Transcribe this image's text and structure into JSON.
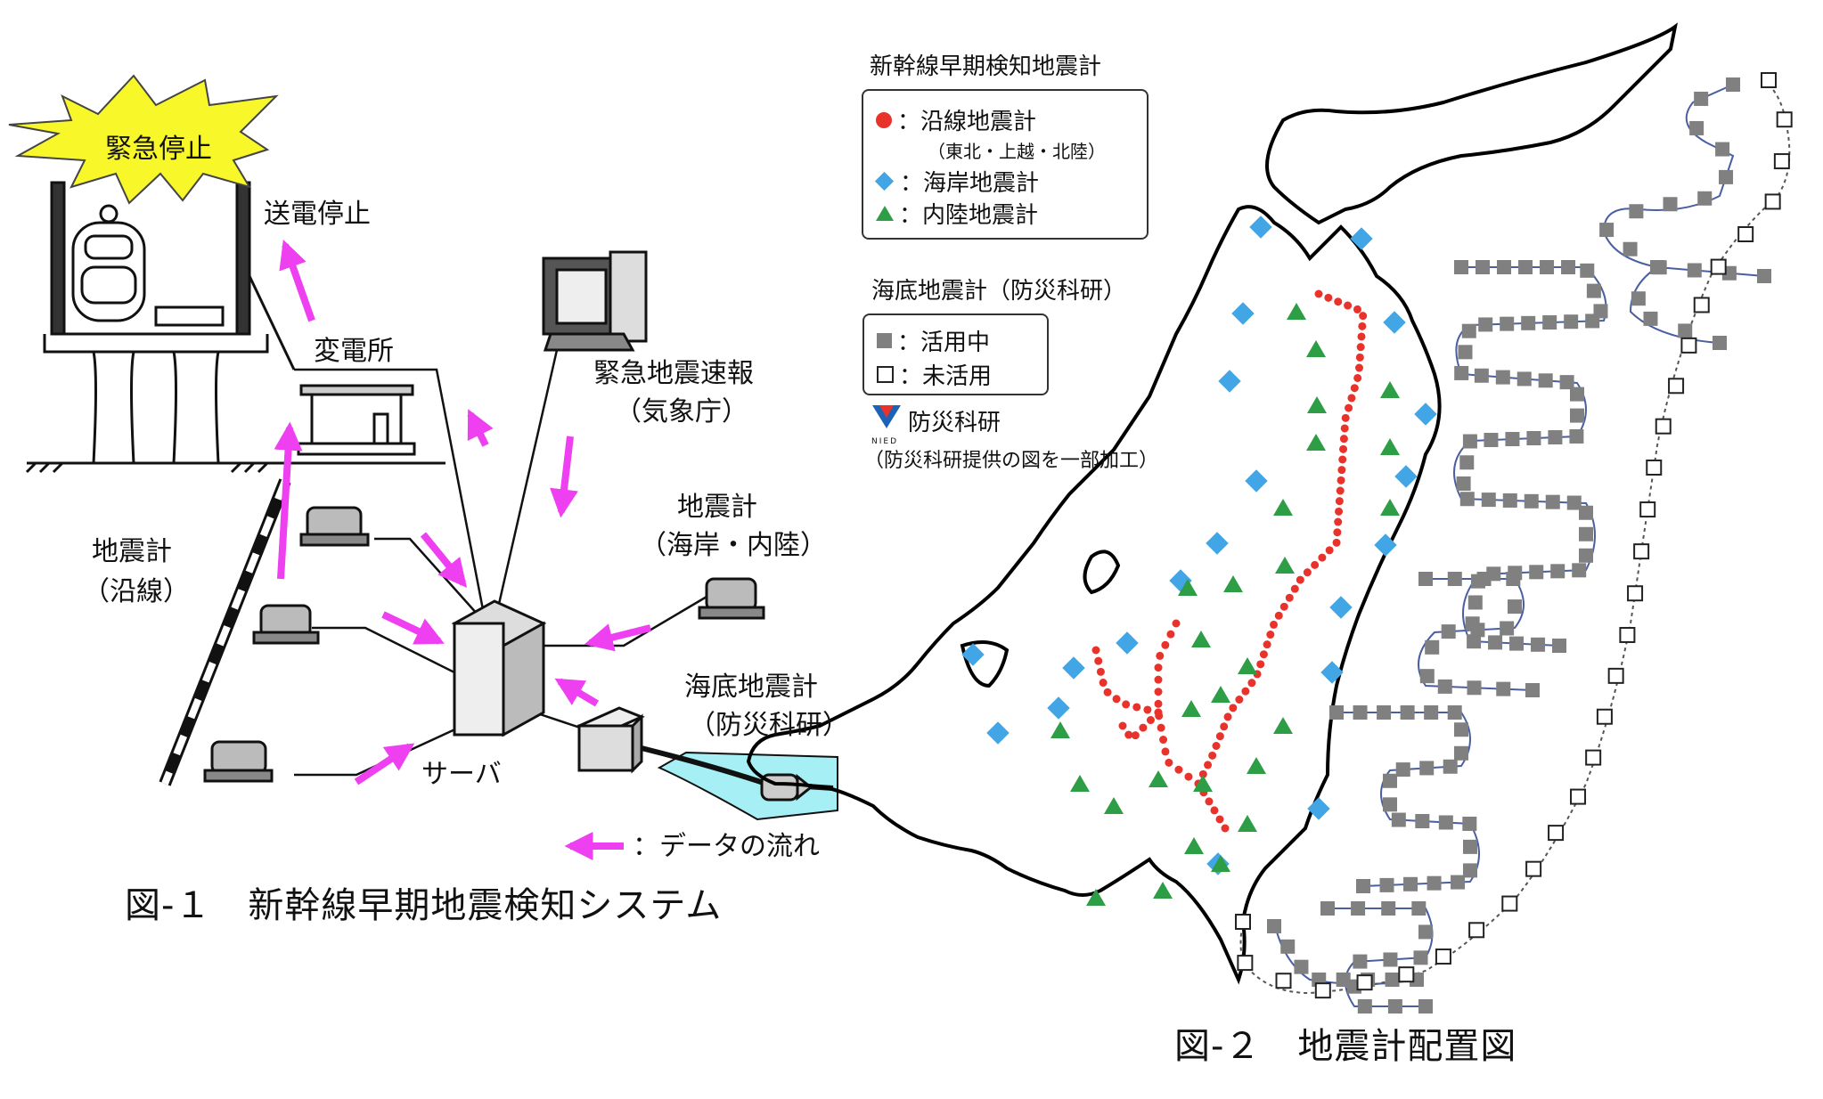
{
  "colors": {
    "arrow": "#ee3ff0",
    "alert_fill": "#f7f72a",
    "route_dot": "#e8322a",
    "coastal": "#41a5e6",
    "inland": "#2e9e46",
    "seafloor_active": "#808080",
    "seafloor_line": "#4a5fa0",
    "sea": "#a6eff5"
  },
  "fig1": {
    "alert_label": "緊急停止",
    "power_stop": "送電停止",
    "substation": "変電所",
    "eew": "緊急地震速報",
    "jma": "（気象庁）",
    "seis_coast": "地震計",
    "seis_coast_sub": "（海岸・内陸）",
    "seis_line": "地震計",
    "seis_line_sub": "（沿線）",
    "seafloor": "海底地震計",
    "seafloor_sub": "（防災科研）",
    "server": "サーバ",
    "data_flow": "：データの流れ",
    "caption": "図-１　新幹線早期地震検知システム"
  },
  "fig2": {
    "legend1_title": "新幹線早期検知地震計",
    "legend1_items": [
      {
        "label": "：沿線地震計",
        "icon": "red-dot-icon"
      },
      {
        "label": "（東北・上越・北陸）",
        "icon": ""
      },
      {
        "label": "：海岸地震計",
        "icon": "blue-diamond-icon"
      },
      {
        "label": "：内陸地震計",
        "icon": "green-triangle-icon"
      }
    ],
    "legend2_title": "海底地震計（防災科研）",
    "legend2_items": [
      {
        "label": "：活用中",
        "icon": "gray-square-icon"
      },
      {
        "label": "：未活用",
        "icon": "white-square-icon"
      }
    ],
    "nied_logo_text": "NIED",
    "nied_name": "防災科研",
    "credit": "（防災科研提供の図を一部加工）",
    "caption": "図-２　地震計配置図"
  }
}
